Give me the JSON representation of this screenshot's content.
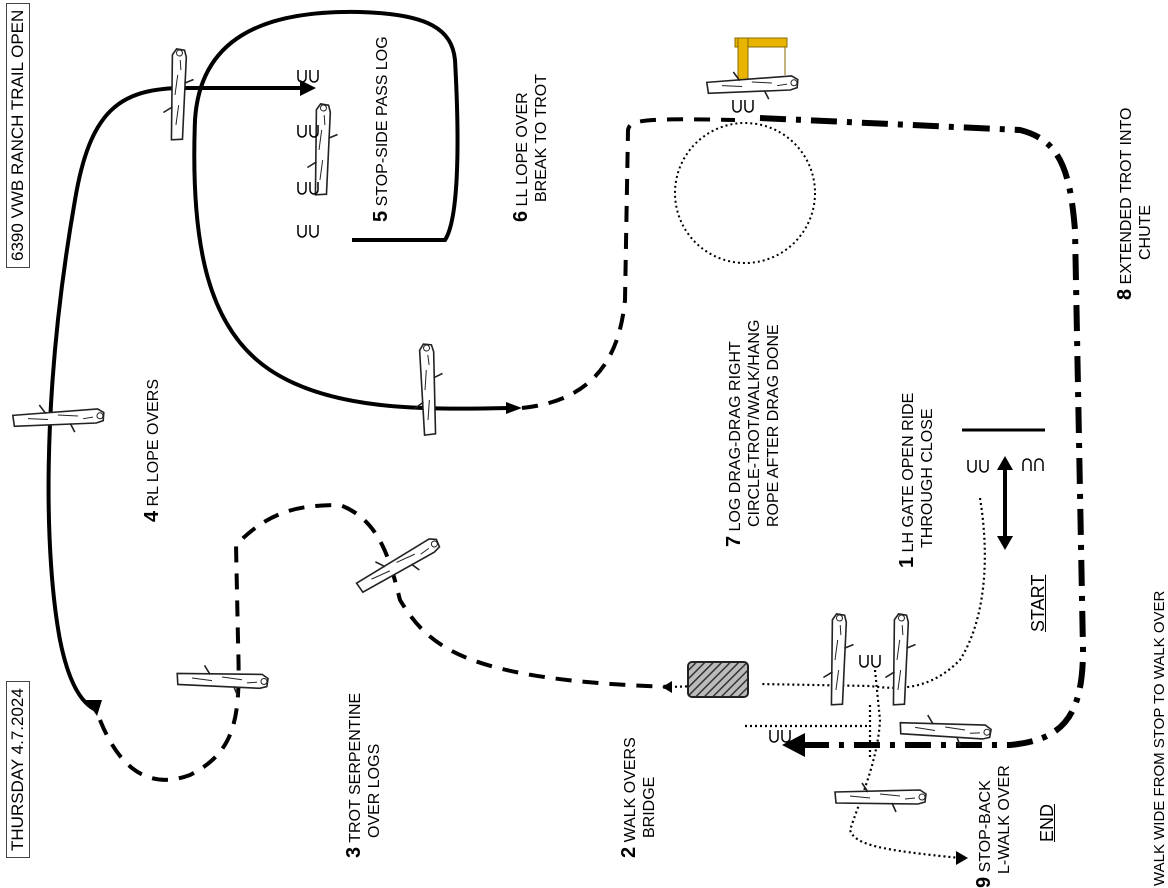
{
  "header": {
    "date": "THURSDAY 4.7.2024",
    "event": "6390 VWB RANCH TRAIL OPEN"
  },
  "markers": {
    "start": "START",
    "end": "END"
  },
  "obstacles": [
    {
      "num": "1",
      "lines": [
        "LH GATE OPEN RIDE",
        "THROUGH CLOSE"
      ]
    },
    {
      "num": "2",
      "lines": [
        "WALK OVERS",
        "BRIDGE"
      ]
    },
    {
      "num": "3",
      "lines": [
        "TROT SERPENTINE",
        "OVER LOGS"
      ]
    },
    {
      "num": "4",
      "lines": [
        "RL LOPE OVERS"
      ]
    },
    {
      "num": "5",
      "lines": [
        "STOP-SIDE PASS LOG"
      ]
    },
    {
      "num": "6",
      "lines": [
        "LL LOPE OVER",
        "BREAK TO TROT"
      ]
    },
    {
      "num": "7",
      "lines": [
        "LOG DRAG-DRAG  RIGHT",
        "CIRCLE-TROT/WALK/HANG",
        "ROPE AFTER DRAG DONE"
      ]
    },
    {
      "num": "8",
      "lines": [
        "EXTENDED TROT INTO",
        "CHUTE"
      ]
    },
    {
      "num": "9",
      "lines": [
        "STOP-BACK",
        "L-WALK OVER"
      ]
    }
  ],
  "footer_note": "WALK WIDE FROM STOP TO WALK OVER",
  "icons": {
    "log": "log-icon",
    "cone_pair": "cone-pair-icon",
    "bridge": "bridge-icon",
    "gate": "gate-icon",
    "rope_stand": "rope-stand-icon",
    "direction_arrow": "direction-arrow-icon"
  },
  "colors": {
    "line": "#000000",
    "rope_stand": "#e8b400",
    "bridge": "#666666"
  }
}
